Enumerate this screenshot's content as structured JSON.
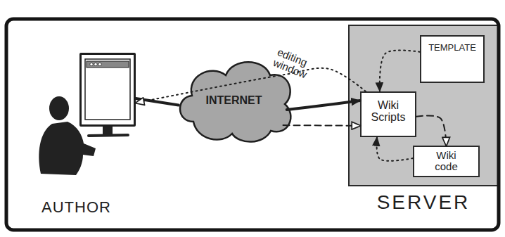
{
  "diagram": {
    "nodes": [
      {
        "text": [
          "AUTHOR"
        ]
      },
      {
        "text": [
          "INTERNET"
        ]
      },
      {
        "text": [
          "SERVER"
        ]
      },
      {
        "text": [
          "TEMPLATE"
        ],
        "in": 2
      },
      {
        "text": [
          "Wiki Scripts"
        ],
        "in": 2
      },
      {
        "text": [
          "Wiki code"
        ],
        "in": 2
      }
    ],
    "edges": [
      {
        "from": 0,
        "to": 1,
        "arrow": "none"
      },
      {
        "from": 1,
        "to": 4,
        "arrow": "to"
      },
      {
        "from": 1,
        "to": 4,
        "arrow": "to"
      },
      {
        "from": 4,
        "to": 0,
        "arrow": "to",
        "label": "editing window"
      },
      {
        "from": 3,
        "to": 4,
        "arrow": "to"
      },
      {
        "from": 4,
        "to": 5,
        "arrow": "to"
      },
      {
        "from": 5,
        "to": 4,
        "arrow": "to"
      }
    ]
  }
}
